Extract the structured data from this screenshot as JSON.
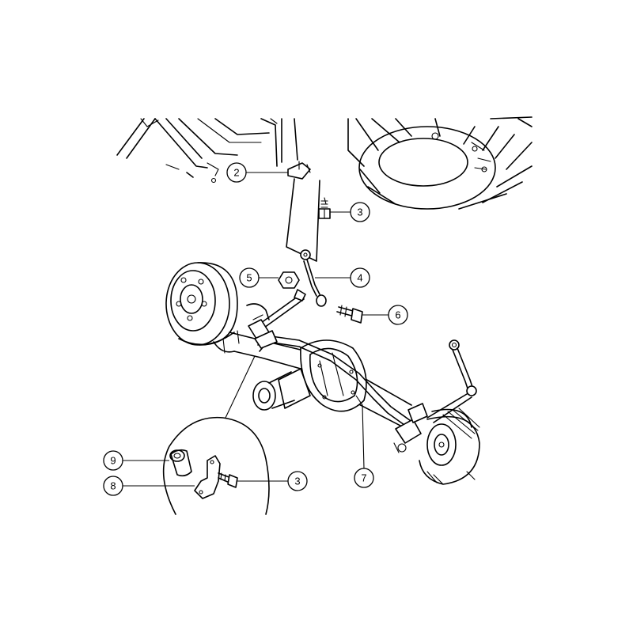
{
  "diagram": {
    "callouts": [
      {
        "id": "c2",
        "label": "2"
      },
      {
        "id": "c3a",
        "label": "3"
      },
      {
        "id": "c4",
        "label": "4"
      },
      {
        "id": "c5",
        "label": "5"
      },
      {
        "id": "c6",
        "label": "6"
      },
      {
        "id": "c7",
        "label": "7"
      },
      {
        "id": "c9",
        "label": "9"
      },
      {
        "id": "c8",
        "label": "8"
      },
      {
        "id": "c3b",
        "label": "3"
      }
    ]
  }
}
